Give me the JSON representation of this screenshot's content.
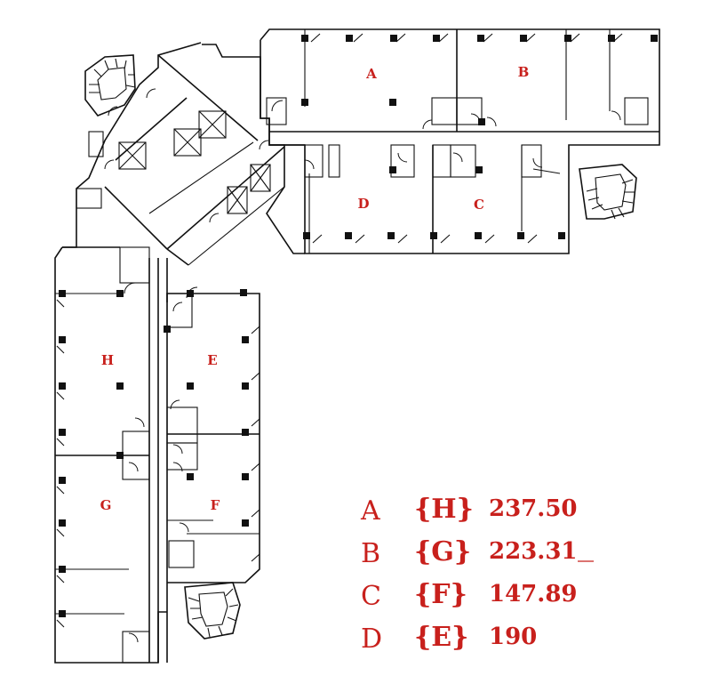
{
  "units": [
    {
      "id": "A",
      "label": "A"
    },
    {
      "id": "B",
      "label": "B"
    },
    {
      "id": "C",
      "label": "C"
    },
    {
      "id": "D",
      "label": "D"
    },
    {
      "id": "E",
      "label": "E"
    },
    {
      "id": "F",
      "label": "F"
    },
    {
      "id": "G",
      "label": "G"
    },
    {
      "id": "H",
      "label": "H"
    }
  ],
  "legend": [
    {
      "unit": "A",
      "pair": "{H}",
      "area": "237.50"
    },
    {
      "unit": "B",
      "pair": "{G}",
      "area": "223.31"
    },
    {
      "unit": "C",
      "pair": "{F}",
      "area": "147.89"
    },
    {
      "unit": "D",
      "pair": "{E}",
      "area": "190"
    }
  ],
  "colors": {
    "label": "#c8201c",
    "wall": "#111111"
  }
}
